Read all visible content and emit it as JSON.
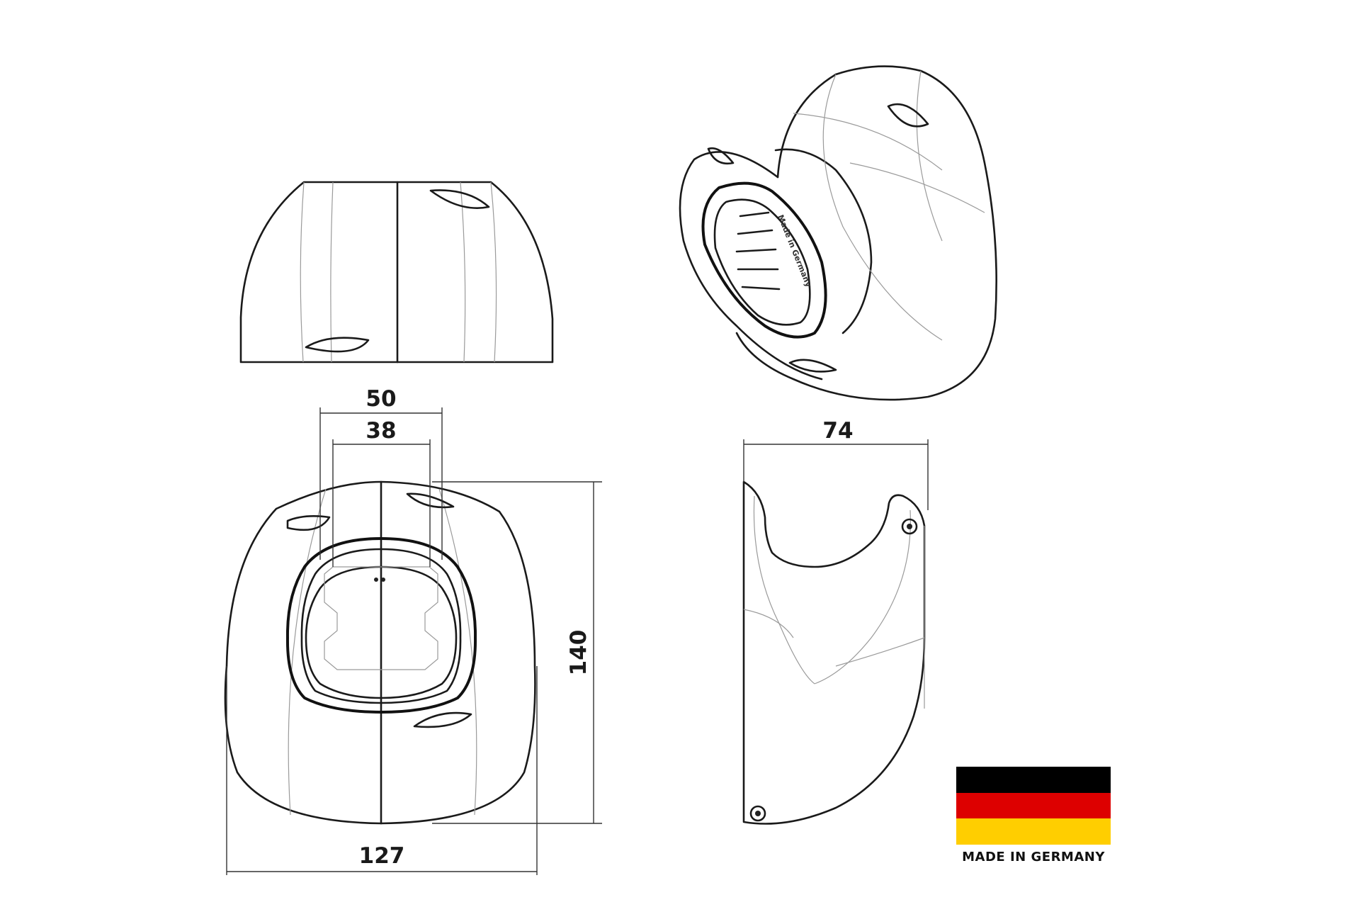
{
  "dimensions": {
    "outer_width": "127",
    "inner_width_outer": "50",
    "inner_width_inner": "38",
    "height": "140",
    "depth": "74"
  },
  "badge": {
    "label": "MADE IN GERMANY",
    "flag_colors": [
      "#000000",
      "#DD0000",
      "#FFCE00"
    ]
  },
  "embossed_text": "Made in Germany"
}
